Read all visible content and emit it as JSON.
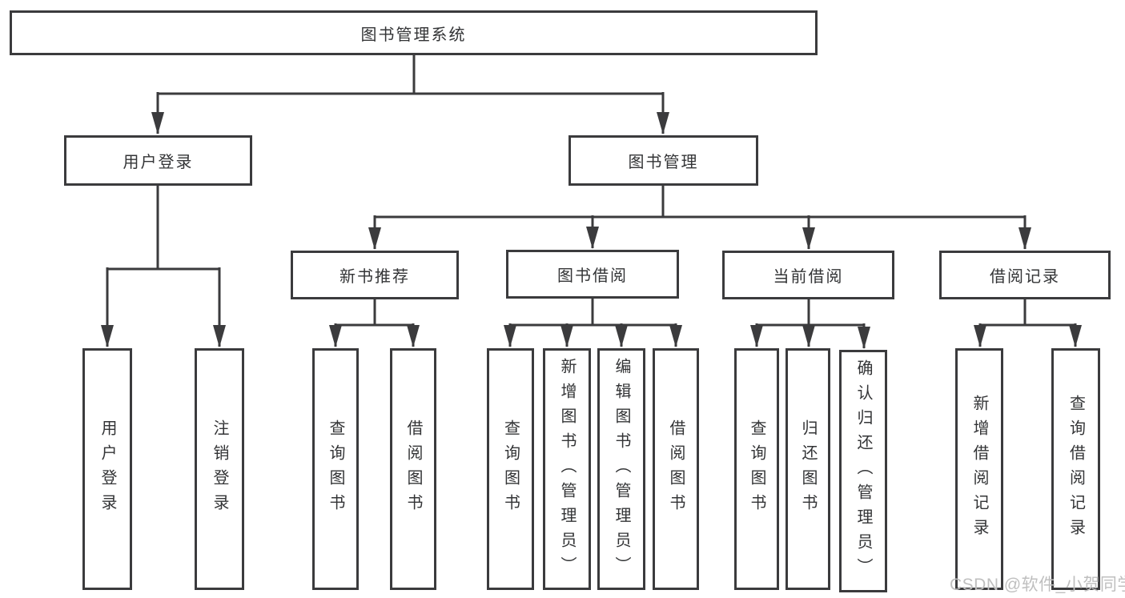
{
  "tree": {
    "label": "图书管理系统",
    "children": [
      {
        "label": "用户登录",
        "children": [
          {
            "label": "用户登录"
          },
          {
            "label": "注销登录"
          }
        ]
      },
      {
        "label": "图书管理",
        "children": [
          {
            "label": "新书推荐",
            "children": [
              {
                "label": "查询图书"
              },
              {
                "label": "借阅图书"
              }
            ]
          },
          {
            "label": "图书借阅",
            "children": [
              {
                "label": "查询图书"
              },
              {
                "label": "新增图书（管理员）"
              },
              {
                "label": "编辑图书（管理员）"
              },
              {
                "label": "借阅图书"
              }
            ]
          },
          {
            "label": "当前借阅",
            "children": [
              {
                "label": "查询图书"
              },
              {
                "label": "归还图书"
              },
              {
                "label": "确认归还（管理员）"
              }
            ]
          },
          {
            "label": "借阅记录",
            "children": [
              {
                "label": "新增借阅记录"
              },
              {
                "label": "查询借阅记录"
              }
            ]
          }
        ]
      }
    ]
  },
  "watermark": {
    "text": "CSDN @软件_小贺同学"
  },
  "colors": {
    "line": "#3b3b3d",
    "box_border": "#3b3b3d",
    "text": "#333436",
    "watermark": "#bfbfbf",
    "background": "#ffffff"
  }
}
